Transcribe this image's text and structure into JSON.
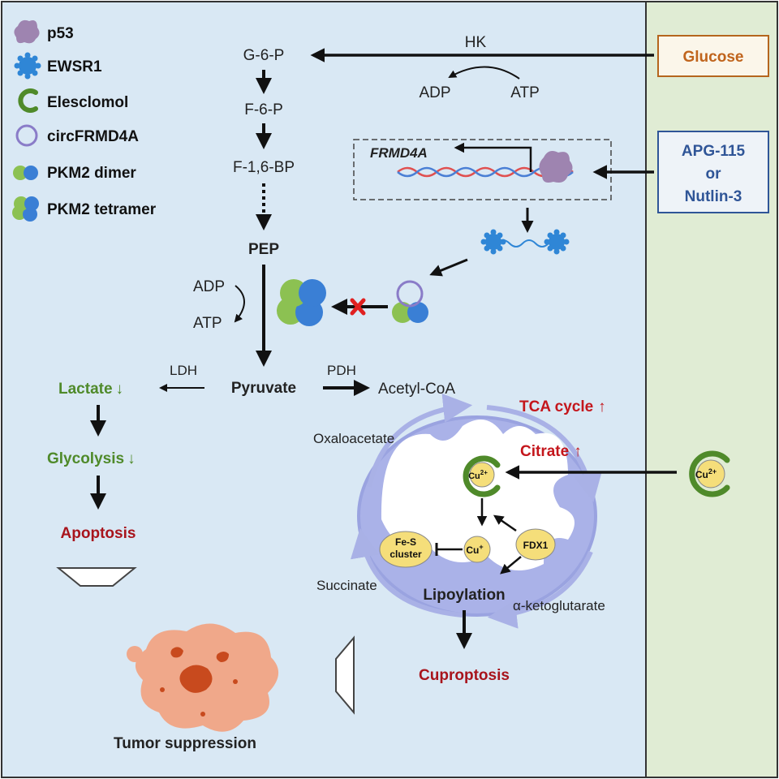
{
  "legend": [
    {
      "icon": "p53-icon",
      "label": "p53"
    },
    {
      "icon": "ewsr1-icon",
      "label": "EWSR1"
    },
    {
      "icon": "elesclomol-icon",
      "label": "Elesclomol"
    },
    {
      "icon": "circfrmd4a-icon",
      "label": "circFRMD4A"
    },
    {
      "icon": "pkm2-dimer-icon",
      "label": "PKM2 dimer"
    },
    {
      "icon": "pkm2-tetramer-icon",
      "label": "PKM2 tetramer"
    }
  ],
  "pathway": {
    "g6p": "G-6-P",
    "f6p": "F-6-P",
    "f16bp": "F-1,6-BP",
    "pep": "PEP",
    "pyruvate": "Pyruvate",
    "acetyl_coa": "Acetyl-CoA",
    "hk": "HK",
    "adp_top": "ADP",
    "atp_top": "ATP",
    "adp_left": "ADP",
    "atp_left": "ATP",
    "ldh": "LDH",
    "pdh": "PDH"
  },
  "left_chain": {
    "lactate": "Lactate",
    "glycolysis": "Glycolysis",
    "apoptosis": "Apoptosis",
    "down_arrow": "↓"
  },
  "gene": {
    "name": "FRMD4A"
  },
  "mito": {
    "tca_cycle": "TCA cycle",
    "citrate": "Citrate",
    "up_arrow": "↑",
    "oxaloacetate": "Oxaloacetate",
    "succinate": "Succinate",
    "alpha_kg": "α-ketoglutarate",
    "lipoylation": "Lipoylation",
    "cu2_base": "Cu",
    "cu2_sup": "2+",
    "cu1_base": "Cu",
    "cu1_sup": "+",
    "fes_line1": "Fe-S",
    "fes_line2": "cluster",
    "fdx1": "FDX1",
    "ext_cu2_base": "Cu",
    "ext_cu2_sup": "2+"
  },
  "outcomes": {
    "cuproptosis": "Cuproptosis",
    "tumor_suppression": "Tumor suppression"
  },
  "right_panel": {
    "glucose": "Glucose",
    "apg_line1": "APG-115",
    "apg_line2": "or",
    "apg_line3": "Nutlin-3"
  },
  "colors": {
    "cell_bg": "#d9e8f4",
    "right_bg": "#e0ecd4",
    "p53": "#9e84b0",
    "ewsr1": "#2f86d6",
    "elesclomol": "#4f8a2a",
    "circ": "#8a7cc8",
    "pkm_green": "#8cc152",
    "pkm_blue": "#3a7fd5",
    "mito": "#aab2e8",
    "tumor": "#f0a88a",
    "glucose_border": "#b5651d",
    "apg_border": "#2f5597"
  }
}
